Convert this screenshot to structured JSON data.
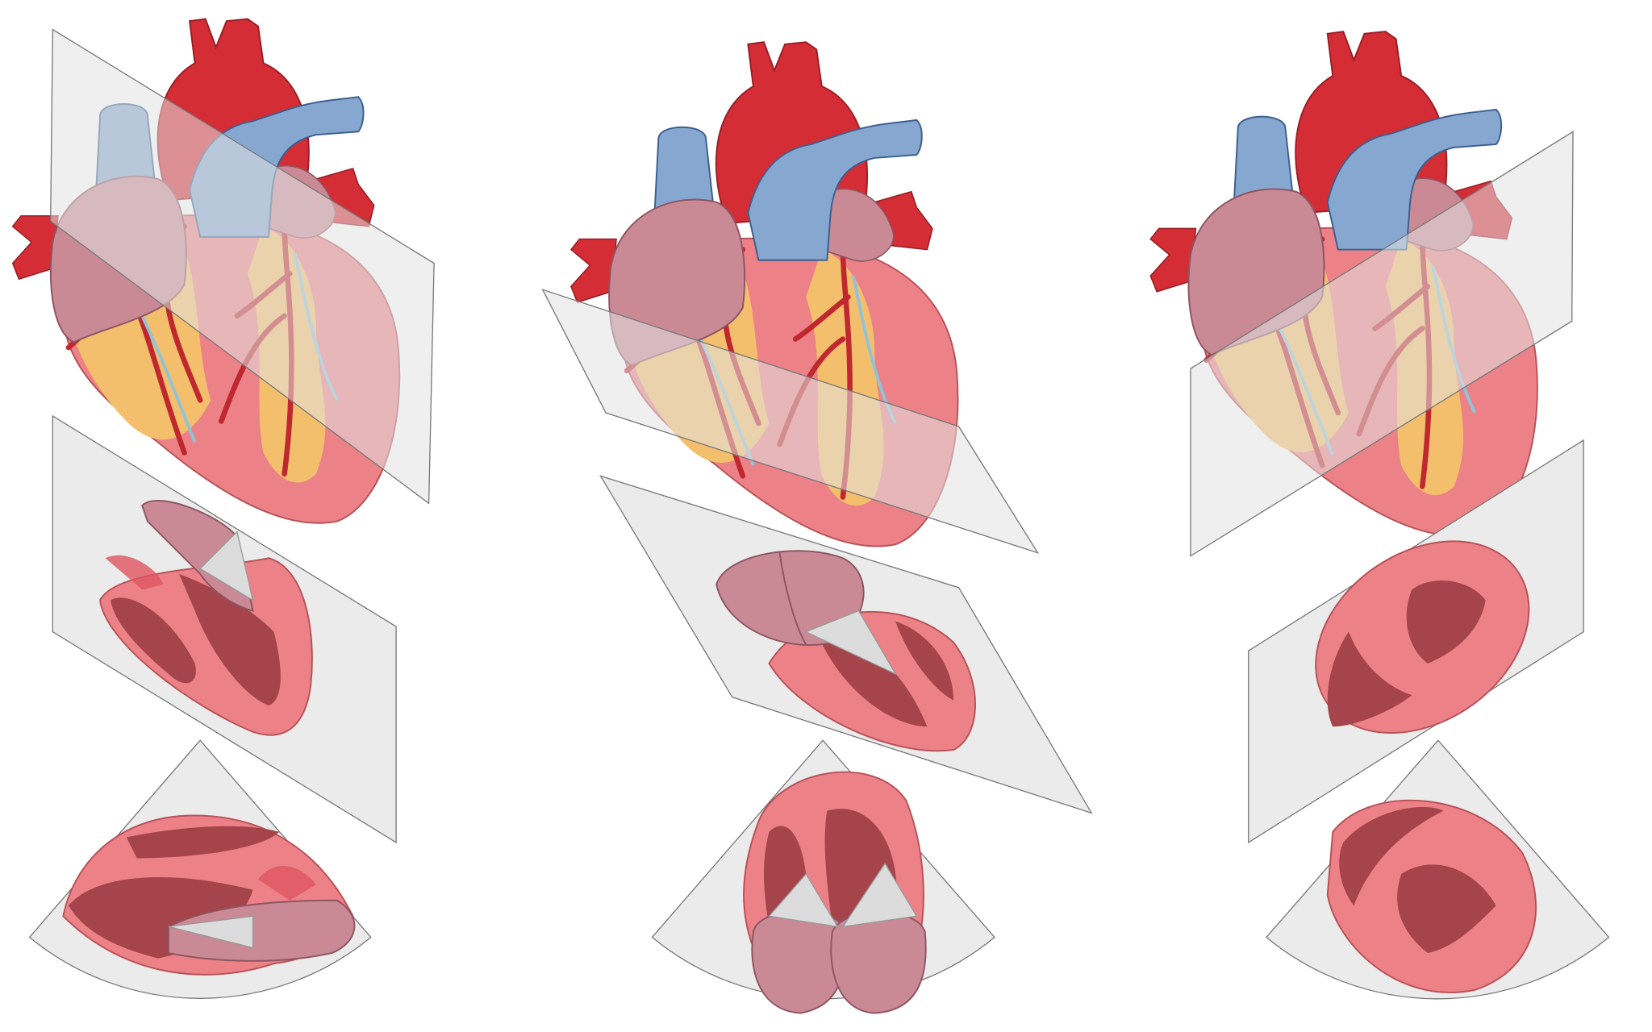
{
  "colors": {
    "artery_red": "#d42d36",
    "vein_blue": "#86a8d0",
    "atrium_mauve": "#c98a96",
    "myocardium_pink": "#ec8287",
    "cavity_dark": "#a5444a",
    "fat_orange": "#f4bf6c",
    "plane_grey": "#e6e6e6",
    "valve_grey": "#d0d0d0"
  },
  "panels": [
    {
      "icon": "heart-illustration-icon",
      "plane": "long-axis-plane"
    },
    {
      "icon": "heart-illustration-icon",
      "plane": "four-chamber-plane"
    },
    {
      "icon": "heart-illustration-icon",
      "plane": "short-axis-plane"
    }
  ]
}
